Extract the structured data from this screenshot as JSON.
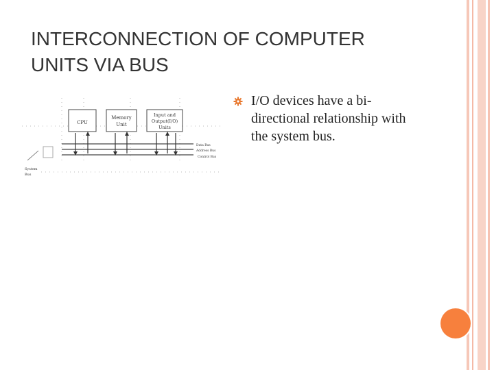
{
  "slide": {
    "title_line1": "INTERCONNECTION OF COMPUTER",
    "title_line2": "UNITS VIA BUS",
    "bullet_text": "I/O devices have a bi-directional relationship with the system bus."
  },
  "diagram": {
    "cpu_label": "CPU",
    "memory_label_line1": "Memory",
    "memory_label_line2": "Unit",
    "io_label_line1": "Input and",
    "io_label_line2": "Output(I/O)",
    "io_label_line3": "Units",
    "data_bus_label": "Data Bus",
    "address_bus_label": "Address Bus",
    "control_bus_label": "Control Bus",
    "system_bus_label_line1": "System",
    "system_bus_label_line2": "Bus"
  },
  "colors": {
    "accent": "#f7803d",
    "border_light": "#f6c7b8",
    "bullet_icon": "#e8782e",
    "title_text": "#333333"
  },
  "icons": {
    "bullet": "gear-bullet-icon"
  }
}
